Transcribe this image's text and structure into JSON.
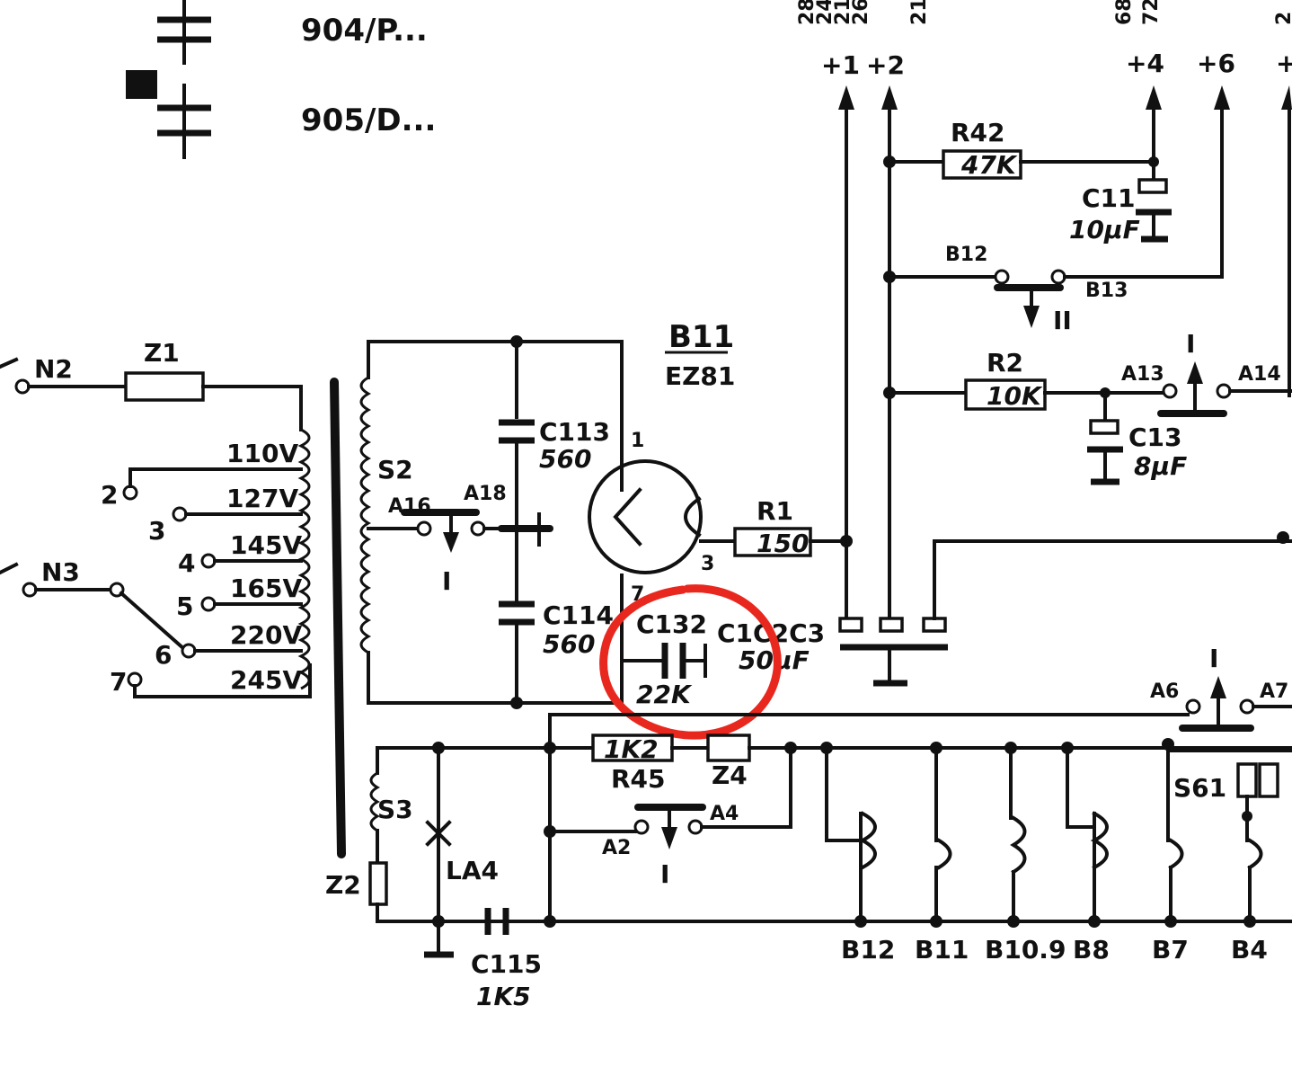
{
  "top_notes": [
    {
      "text": "904/P..."
    },
    {
      "text": "905/D..."
    }
  ],
  "top_cut_numbers": [
    "28",
    "24",
    "21",
    "26",
    "21",
    "68",
    "72",
    "2"
  ],
  "terminals": {
    "p1": "+1",
    "p2": "+2",
    "p4": "+4",
    "p6": "+6",
    "p7": "+"
  },
  "mains": {
    "n2": "N2",
    "n3": "N3",
    "fuse": "Z1",
    "taps": [
      {
        "num": "2",
        "voltage": "110V"
      },
      {
        "num": "3",
        "voltage": "127V"
      },
      {
        "num": "4",
        "voltage": "145V"
      },
      {
        "num": "5",
        "voltage": "165V"
      },
      {
        "num": "6",
        "voltage": "220V"
      },
      {
        "num": "7",
        "voltage": "245V"
      }
    ]
  },
  "components": {
    "s2": "S2",
    "s3": "S3",
    "z2": "Z2",
    "la4": "LA4",
    "c113": {
      "name": "C113",
      "value": "560"
    },
    "c114": {
      "name": "C114",
      "value": "560"
    },
    "c115": {
      "name": "C115",
      "value": "1K5"
    },
    "tube": {
      "name": "B11",
      "type": "EZ81",
      "pin1": "1",
      "pin3": "3",
      "pin7": "7"
    },
    "r1": {
      "name": "R1",
      "value": "150"
    },
    "r2": {
      "name": "R2",
      "value": "10K"
    },
    "r42": {
      "name": "R42",
      "value": "47K"
    },
    "r45": {
      "name": "R45",
      "value": "1K2"
    },
    "c11": {
      "name": "C11",
      "value": "10μF"
    },
    "c13": {
      "name": "C13",
      "value": "8μF"
    },
    "c132": {
      "name": "C132",
      "value": "22K"
    },
    "c123": {
      "name": "C1C2C3",
      "value": "50μF"
    },
    "z4": "Z4",
    "s61": "S61"
  },
  "contacts": {
    "a16": "A16",
    "a18": "A18",
    "a13": "A13",
    "a14": "A14",
    "a6": "A6",
    "a7": "A7",
    "a2": "A2",
    "a4": "A4",
    "b12_top": "B12",
    "b13": "B13"
  },
  "switch_marks": {
    "one": "I",
    "two": "II"
  },
  "bulbs": [
    "B12",
    "B11",
    "B10.9",
    "B8",
    "B7",
    "B4"
  ],
  "colors": {
    "ink": "#111111",
    "annotation": "#e8281f",
    "paper": "#ffffff"
  }
}
